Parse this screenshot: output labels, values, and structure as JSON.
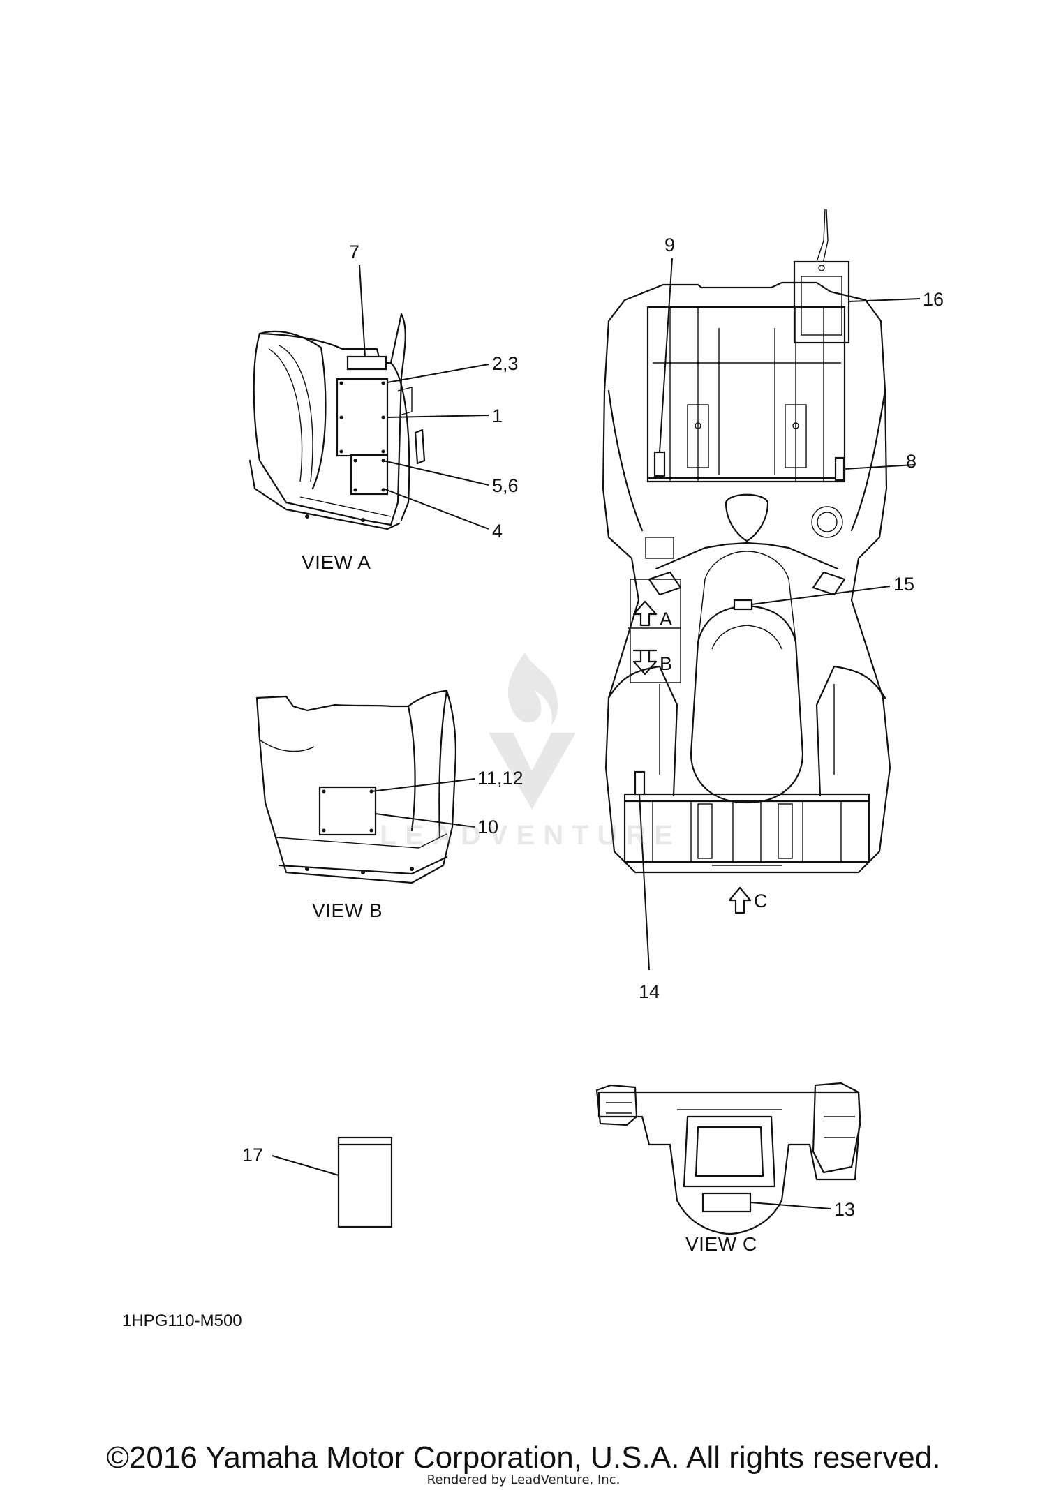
{
  "views": {
    "a": "VIEW A",
    "b": "VIEW B",
    "c": "VIEW C"
  },
  "callouts": {
    "c1": "1",
    "c2_3": "2,3",
    "c4": "4",
    "c5_6": "5,6",
    "c7": "7",
    "c8": "8",
    "c9": "9",
    "c10": "10",
    "c11_12": "11,12",
    "c13": "13",
    "c14": "14",
    "c15": "15",
    "c16": "16",
    "c17": "17"
  },
  "arrows": {
    "a": "A",
    "b": "B",
    "c": "C"
  },
  "diagram_code": "1HPG110-M500",
  "watermark_text": "LEADVENTURE",
  "footer": {
    "copyright": "©2016 Yamaha Motor Corporation, U.S.A. All rights reserved.",
    "rendered_by": "Rendered by LeadVenture, Inc."
  }
}
